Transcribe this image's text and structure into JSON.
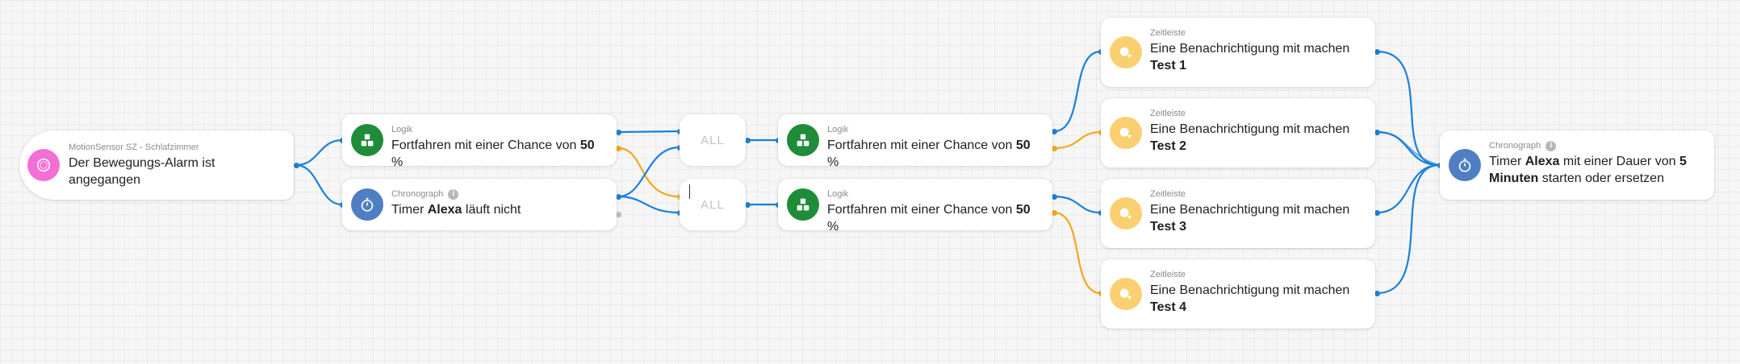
{
  "colors": {
    "wire_blue": "#1b7fd9",
    "wire_yellow": "#f2a81d",
    "logic_green": "#1f8c3a",
    "chrono_blue": "#4f7fc2",
    "timeline_yellow": "#f9cf70",
    "trigger_pink": "#f36fd3"
  },
  "trigger": {
    "caption": "MotionSensor SZ - Schlafzimmer",
    "text": "Der Bewegungs-Alarm ist angegangen",
    "icon": "motion-sensor-icon"
  },
  "logic1": {
    "caption": "Logik",
    "text_a": "Fortfahren mit einer Chance von ",
    "text_b": "50",
    "text_c": " %"
  },
  "chrono1": {
    "caption": "Chronograph",
    "text_a": "Timer ",
    "text_b": "Alexa",
    "text_c": " läuft nicht"
  },
  "all1": {
    "label": "ALL"
  },
  "all2": {
    "label": "ALL"
  },
  "logic2": {
    "caption": "Logik",
    "text_a": "Fortfahren mit einer Chance von ",
    "text_b": "50",
    "text_c": " %"
  },
  "logic3": {
    "caption": "Logik",
    "text_a": "Fortfahren mit einer Chance von ",
    "text_b": "50",
    "text_c": " %"
  },
  "notifications": [
    {
      "caption": "Zeitleiste",
      "text": "Eine Benachrichtigung mit",
      "text_right": "machen",
      "bold": "Test 1"
    },
    {
      "caption": "Zeitleiste",
      "text": "Eine Benachrichtigung mit",
      "text_right": "machen",
      "bold": "Test 2"
    },
    {
      "caption": "Zeitleiste",
      "text": "Eine Benachrichtigung mit",
      "text_right": "machen",
      "bold": "Test 3"
    },
    {
      "caption": "Zeitleiste",
      "text": "Eine Benachrichtigung mit",
      "text_right": "machen",
      "bold": "Test 4"
    }
  ],
  "chrono2": {
    "caption": "Chronograph",
    "text_a": "Timer ",
    "text_b": "Alexa",
    "text_c": " mit einer Dauer von ",
    "text_d": "5 Minuten",
    "text_e": " starten oder ersetzen"
  }
}
